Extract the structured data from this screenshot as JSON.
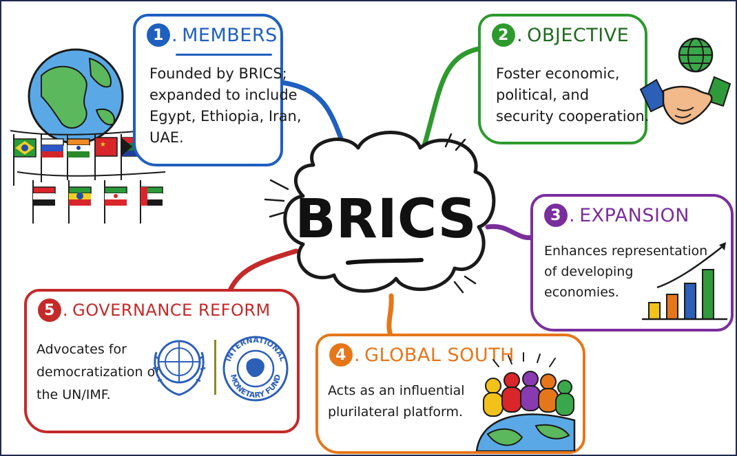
{
  "center": {
    "title": "BRICS"
  },
  "cards": {
    "members": {
      "number": "1",
      "title": "MEMBERS",
      "lines": [
        "Founded by BRICS;",
        "expanded to include",
        "Egypt, Ethiopia, Iran,",
        "UAE."
      ],
      "color": "#1f5fbf"
    },
    "objective": {
      "number": "2",
      "title": "OBJECTIVE",
      "lines": [
        "Foster economic,",
        "political, and",
        "security cooperation."
      ],
      "color": "#2e9a2e"
    },
    "expansion": {
      "number": "3",
      "title": "EXPANSION",
      "lines": [
        "Enhances representation",
        "of developing",
        "economies."
      ],
      "color": "#7a2e9c"
    },
    "global_south": {
      "number": "4",
      "title": "GLOBAL SOUTH",
      "lines": [
        "Acts as an influential",
        "plurilateral platform."
      ],
      "color": "#e6761a"
    },
    "governance": {
      "number": "5",
      "title": "GOVERNANCE REFORM",
      "lines": [
        "Advocates for",
        "democratization of",
        "the UN/IMF."
      ],
      "color": "#c42a2a"
    }
  },
  "imf_logo": {
    "top_text": "INTERNATIONAL",
    "bottom_text": "MONETARY FUND"
  },
  "icons": {
    "globe": "globe-icon",
    "flags": "member-flags-icon",
    "handshake": "handshake-icon",
    "bar_chart": "growth-bar-chart-icon",
    "un_emblem": "un-emblem-icon",
    "imf_seal": "imf-seal-icon",
    "people": "people-group-icon"
  }
}
